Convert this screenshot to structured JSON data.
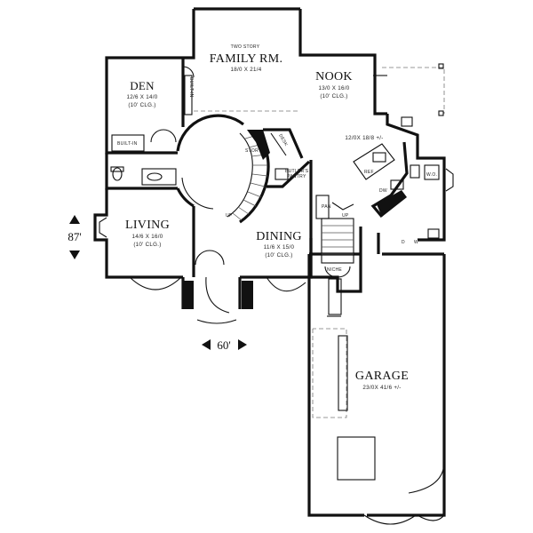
{
  "plan": {
    "rooms": {
      "family": {
        "note": "TWO STORY",
        "name": "FAMILY RM.",
        "size": "18/0 X 21/4"
      },
      "nook": {
        "name": "NOOK",
        "size": "13/0 X 16/0",
        "ceiling": "(10' CLG.)"
      },
      "den": {
        "name": "DEN",
        "size": "12/6 X 14/0",
        "ceiling": "(10' CLG.)"
      },
      "living": {
        "name": "LIVING",
        "size": "14/6 X 16/0",
        "ceiling": "(10' CLG.)"
      },
      "dining": {
        "name": "DINING",
        "size": "11/6 X 15/0",
        "ceiling": "(10' CLG.)"
      },
      "garage": {
        "name": "GARAGE",
        "size": "23/0X 41/6 +/-"
      },
      "kitchen": {
        "size": "12/0X 18/8 +/-"
      }
    },
    "labels": {
      "built_in_vertical": "BUILT-IN",
      "built_in": "BUILT-IN",
      "desk": "DESK",
      "stor": "STOR",
      "butlers": "BUTLER'S",
      "pantry": "PANTRY",
      "pan": "PAN",
      "up_stair": "UP",
      "up_upper": "UP",
      "niche": "NICHE",
      "ref": "REF",
      "dw": "DW",
      "wall_oven": "W.O.",
      "washer": "W",
      "dryer": "D"
    },
    "extents": {
      "depth": "87'",
      "width": "60'"
    }
  }
}
